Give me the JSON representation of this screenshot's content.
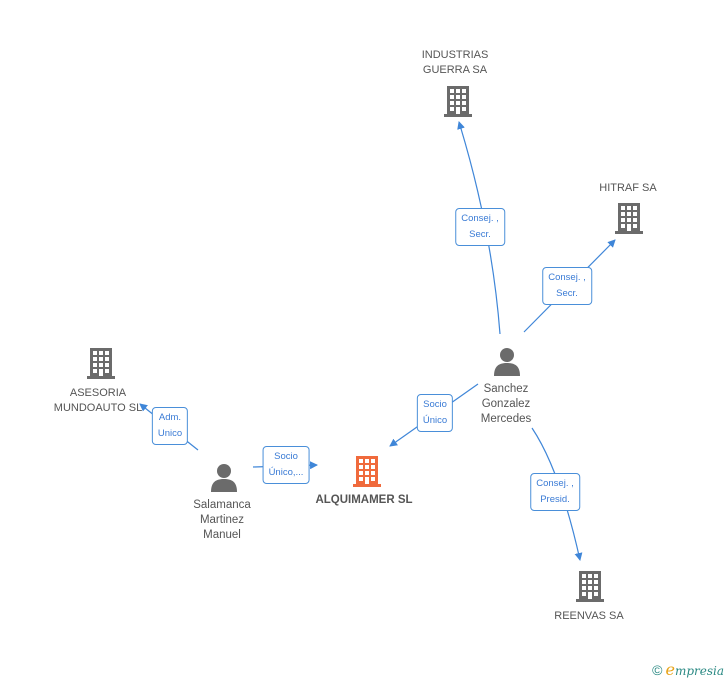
{
  "colors": {
    "company_icon": "#6b6b6b",
    "main_company_icon": "#f06a3c",
    "person_icon": "#6b6b6b",
    "edge": "#3f86d8",
    "edge_label_border": "#4a8fd9"
  },
  "nodes": {
    "industrias": {
      "label": "INDUSTRIAS\nGUERRA SA",
      "icon": "building-icon"
    },
    "hitraf": {
      "label": "HITRAF SA",
      "icon": "building-icon"
    },
    "asesoria": {
      "label": "ASESORIA\nMUNDOAUTO SL",
      "icon": "building-icon"
    },
    "alquimamer": {
      "label": "ALQUIMAMER SL",
      "icon": "building-icon"
    },
    "reenvas": {
      "label": "REENVAS SA",
      "icon": "building-icon"
    },
    "sanchez": {
      "label": "Sanchez\nGonzalez\nMercedes",
      "icon": "person-icon"
    },
    "salamanca": {
      "label": "Salamanca\nMartinez\nManuel",
      "icon": "person-icon"
    }
  },
  "edges": {
    "sanchez_industrias": "Consej. ,\nSecr.",
    "sanchez_hitraf": "Consej. ,\nSecr.",
    "sanchez_alquimamer": "Socio\nÚnico",
    "sanchez_reenvas": "Consej. ,\nPresid.",
    "salamanca_asesoria": "Adm.\nUnico",
    "salamanca_alquimamer": "Socio\nÚnico,..."
  },
  "footer": {
    "copyright_symbol": "©",
    "brand_first": "e",
    "brand_rest": "mpresia"
  }
}
